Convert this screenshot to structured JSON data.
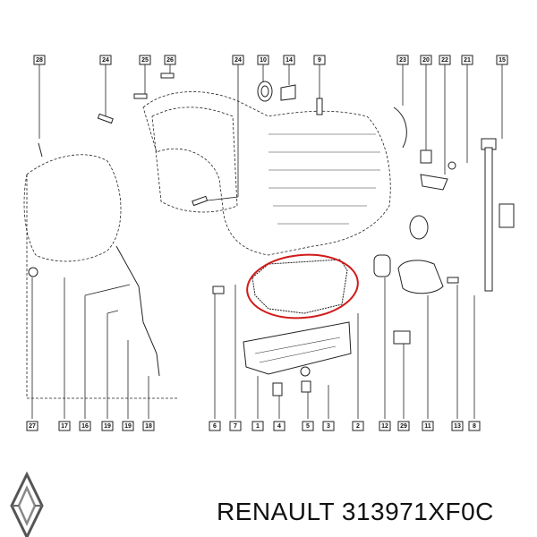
{
  "diagram": {
    "callouts": [
      "28",
      "24",
      "25",
      "26",
      "24",
      "10",
      "14",
      "9",
      "23",
      "20",
      "22",
      "21",
      "15",
      "27",
      "17",
      "16",
      "19",
      "19",
      "18",
      "6",
      "7",
      "1",
      "4",
      "5",
      "3",
      "2",
      "12",
      "29",
      "11",
      "13",
      "8"
    ],
    "highlight_color": "#d11a1a"
  },
  "brand": {
    "logo_icon": "renault-diamond-logo",
    "caption": "RENAULT 313971XF0C"
  }
}
